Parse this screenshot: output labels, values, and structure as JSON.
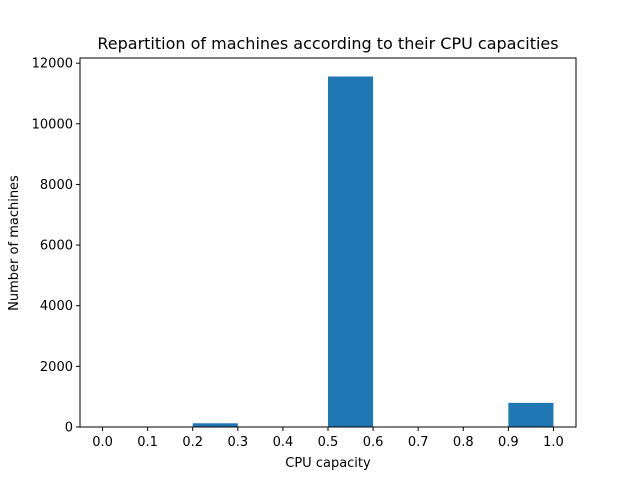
{
  "chart_data": {
    "type": "bar",
    "title": "Repartition of machines according to their CPU capacities",
    "xlabel": "CPU capacity",
    "ylabel": "Number of machines",
    "xlim": [
      -0.05,
      1.05
    ],
    "ylim": [
      0,
      12170
    ],
    "bin_edges": [
      0.0,
      0.1,
      0.2,
      0.3,
      0.4,
      0.5,
      0.6,
      0.7,
      0.8,
      0.9,
      1.0
    ],
    "values": [
      0,
      0,
      123,
      0,
      0,
      11560,
      0,
      0,
      0,
      796
    ],
    "x_ticks": [
      "0.0",
      "0.1",
      "0.2",
      "0.3",
      "0.4",
      "0.5",
      "0.6",
      "0.7",
      "0.8",
      "0.9",
      "1.0"
    ],
    "y_ticks": [
      "0",
      "2000",
      "4000",
      "6000",
      "8000",
      "10000",
      "12000"
    ],
    "bar_color": "#1f77b4",
    "grid": false,
    "legend": false
  }
}
